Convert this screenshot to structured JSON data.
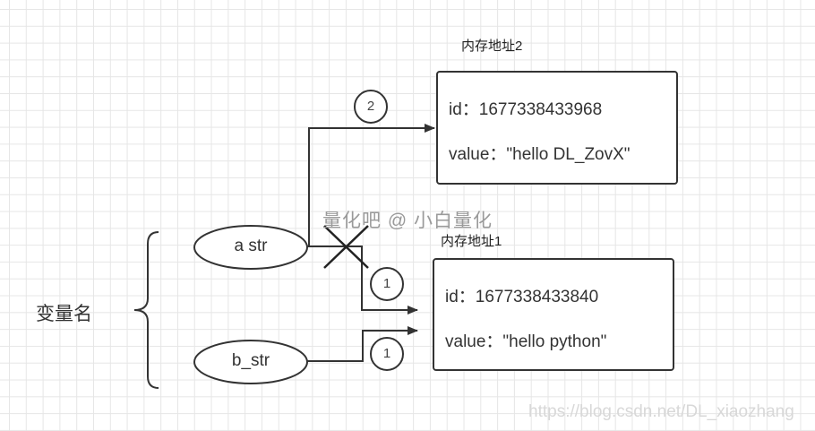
{
  "variable_group_label": "变量名",
  "variables": [
    {
      "name": "a str"
    },
    {
      "name": "b_str"
    }
  ],
  "memory": [
    {
      "label": "内存地址2",
      "id_line": "id：1677338433968",
      "value_line": "value：\"hello DL_ZovX\""
    },
    {
      "label": "内存地址1",
      "id_line": "id：1677338433840",
      "value_line": "value：\"hello python\""
    }
  ],
  "step_markers": {
    "a_to_mem2": "2",
    "a_to_mem1": "1",
    "b_to_mem1": "1"
  },
  "watermarks": {
    "center": "量化吧 @ 小白量化",
    "url": "https://blog.csdn.net/DL_xiaozhang"
  },
  "colors": {
    "stroke": "#333333",
    "grid": "#e6e6e6"
  }
}
